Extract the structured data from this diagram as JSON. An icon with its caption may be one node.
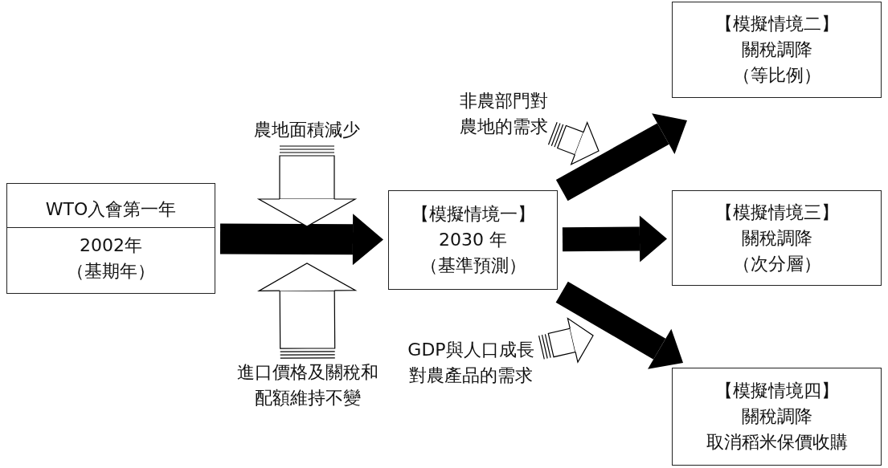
{
  "diagram": {
    "nodes": [
      {
        "text": [
          "WTO入會第一年",
          "2002年",
          "（基期年）"
        ]
      },
      {
        "text": [
          "【模擬情境一】",
          "2030 年",
          "（基準預測）"
        ]
      },
      {
        "text": [
          "【模擬情境二】",
          "關稅調降",
          "（等比例）"
        ]
      },
      {
        "text": [
          "【模擬情境三】",
          "關稅調降",
          "（次分層）"
        ]
      },
      {
        "text": [
          "【模擬情境四】",
          "關稅調降",
          "取消稻米保價收購"
        ]
      },
      {
        "text": [
          "農地面積減少"
        ]
      },
      {
        "text": [
          "進口價格及關稅和配額維持不變"
        ]
      },
      {
        "text": [
          "非農部門對農地的需求"
        ]
      },
      {
        "text": [
          "GDP與人口成長對農產品的需求"
        ]
      }
    ],
    "edges": [
      {
        "from": 0,
        "to": 1,
        "arrow": "to",
        "style": "thick"
      },
      {
        "from": 1,
        "to": 2,
        "arrow": "to",
        "style": "thick"
      },
      {
        "from": 1,
        "to": 3,
        "arrow": "to",
        "style": "thick"
      },
      {
        "from": 1,
        "to": 4,
        "arrow": "to",
        "style": "thick"
      },
      {
        "from": 5,
        "to": null,
        "arrow": "to"
      },
      {
        "from": 6,
        "to": null,
        "arrow": "to"
      },
      {
        "from": 7,
        "to": null,
        "arrow": "to"
      },
      {
        "from": 8,
        "to": null,
        "arrow": "to"
      }
    ]
  }
}
